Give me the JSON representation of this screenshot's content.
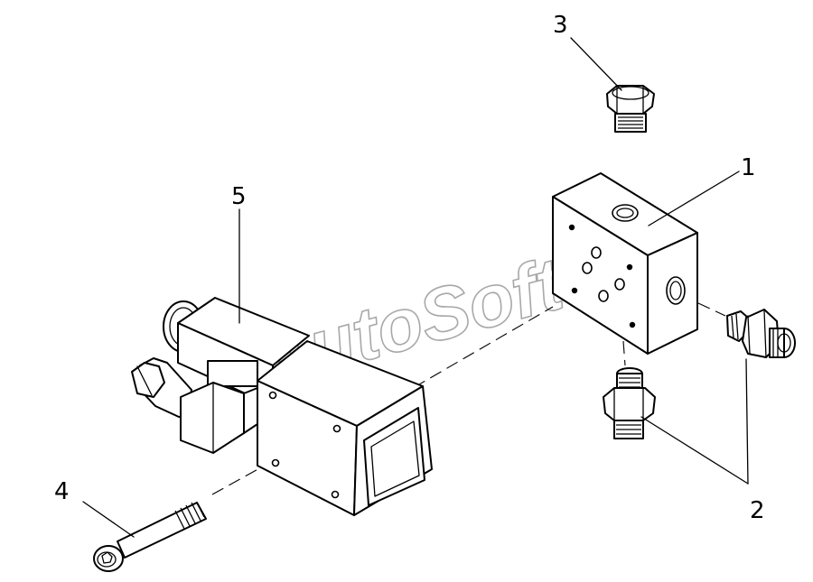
{
  "diagram": {
    "callouts": [
      {
        "id": "1",
        "label": "1"
      },
      {
        "id": "2",
        "label": "2"
      },
      {
        "id": "3",
        "label": "3"
      },
      {
        "id": "4",
        "label": "4"
      },
      {
        "id": "5",
        "label": "5"
      }
    ],
    "watermark": "AutoSoft"
  }
}
